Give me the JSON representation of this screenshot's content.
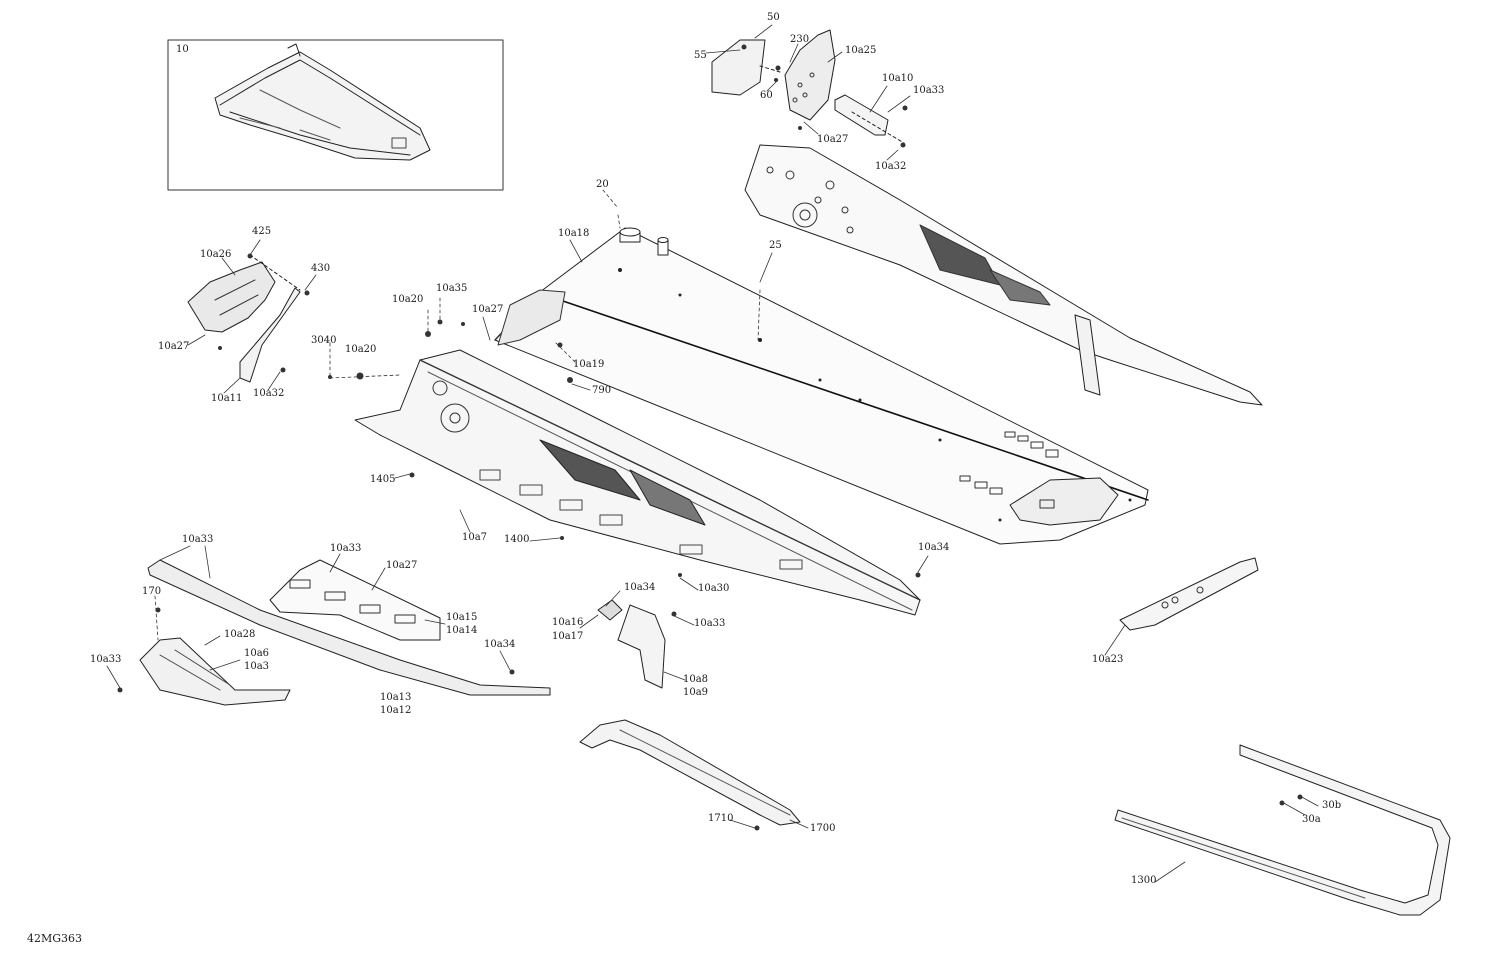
{
  "diagram_id": "42MG363",
  "inset_label": "10",
  "callouts": {
    "c50": "50",
    "c55": "55",
    "c230": "230",
    "c10a25": "10a25",
    "c60": "60",
    "c10a10": "10a10",
    "c10a33_tr": "10a33",
    "c10a27_tr": "10a27",
    "c10a32_tr": "10a32",
    "c20": "20",
    "c10a18": "10a18",
    "c25": "25",
    "c425": "425",
    "c10a26": "10a26",
    "c430": "430",
    "c10a27_l": "10a27",
    "c3040": "3040",
    "c10a20_a": "10a20",
    "c10a20_b": "10a20",
    "c10a35": "10a35",
    "c10a27_m": "10a27",
    "c10a11": "10a11",
    "c10a32_l": "10a32",
    "c10a19": "10a19",
    "c790": "790",
    "c1405": "1405",
    "c10a7": "10a7",
    "c1400": "1400",
    "c10a34_r": "10a34",
    "c10a30": "10a30",
    "c10a33_bl1": "10a33",
    "c10a33_bl2": "10a33",
    "c10a27_bl": "10a27",
    "c170": "170",
    "c10a15": "10a15",
    "c10a14": "10a14",
    "c10a28": "10a28",
    "c10a6": "10a6",
    "c10a3": "10a3",
    "c10a33_bl3": "10a33",
    "c10a34_bl": "10a34",
    "c10a13": "10a13",
    "c10a12": "10a12",
    "c10a34_m": "10a34",
    "c10a16": "10a16",
    "c10a17": "10a17",
    "c10a33_m": "10a33",
    "c10a8": "10a8",
    "c10a9": "10a9",
    "c10a23": "10a23",
    "c1710": "1710",
    "c1700": "1700",
    "c30b": "30b",
    "c30a": "30a",
    "c1300": "1300"
  }
}
